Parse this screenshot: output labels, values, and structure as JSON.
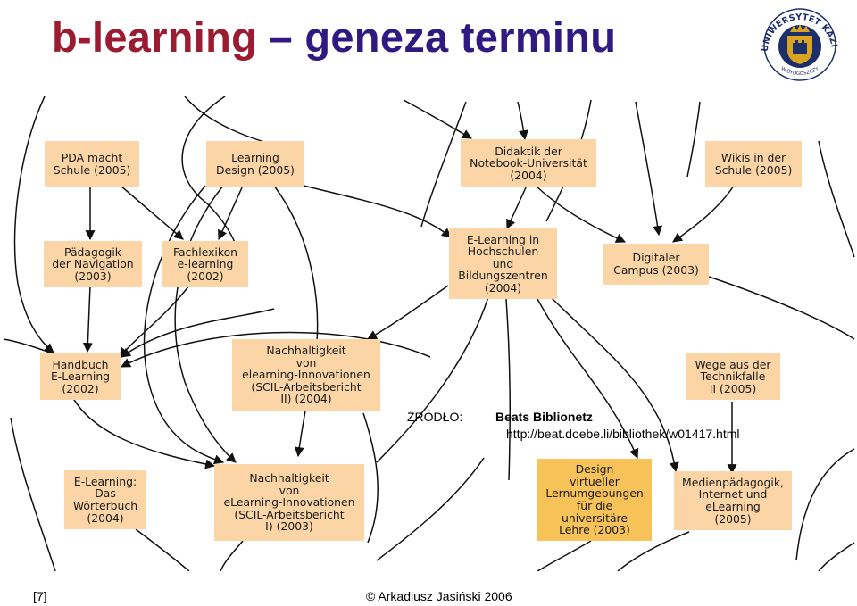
{
  "title": {
    "part1": "b-learning",
    "dash": "–",
    "part2": "geneza terminu"
  },
  "colors": {
    "title_primary": "#9b1b30",
    "title_secondary": "#2f1a82",
    "node_fill": "#fbd5a5",
    "node_fill_highlight": "#f7c358",
    "edge": "#111111"
  },
  "logo": {
    "ring_text": "UNIWERSYTET KAZIMIERZA WIELKIEGO",
    "bottom_text": "W BYDGOSZCZY",
    "icon": "university-crest-icon",
    "colors": {
      "ring": "#1d2f6b",
      "gold": "#d9a520"
    }
  },
  "nodes": [
    {
      "id": "pda",
      "lines": [
        "PDA macht",
        "Schule (2005)"
      ]
    },
    {
      "id": "ld",
      "lines": [
        "Learning",
        "Design (2005)"
      ]
    },
    {
      "id": "did",
      "lines": [
        "Didaktik der",
        "Notebook-Universität",
        "(2004)"
      ]
    },
    {
      "id": "wikis",
      "lines": [
        "Wikis in der",
        "Schule (2005)"
      ]
    },
    {
      "id": "paed",
      "lines": [
        "Pädagogik",
        "der Navigation",
        "(2003)"
      ]
    },
    {
      "id": "fach",
      "lines": [
        "Fachlexikon",
        "e-learning",
        "(2002)"
      ]
    },
    {
      "id": "elh",
      "lines": [
        "E-Learning in",
        "Hochschulen",
        "und",
        "Bildungszentren",
        "(2004)"
      ]
    },
    {
      "id": "dc",
      "lines": [
        "Digitaler",
        "Campus (2003)"
      ]
    },
    {
      "id": "hb",
      "lines": [
        "Handbuch",
        "E-Learning",
        "(2002)"
      ]
    },
    {
      "id": "na2",
      "lines": [
        "Nachhaltigkeit",
        "von",
        "elearning-Innovationen",
        "(SCIL-Arbeitsbericht",
        "II) (2004)"
      ]
    },
    {
      "id": "wege",
      "lines": [
        "Wege aus der",
        "Technikfalle",
        "II (2005)"
      ]
    },
    {
      "id": "wb",
      "lines": [
        "E-Learning:",
        "Das",
        "Wörterbuch",
        "(2004)"
      ]
    },
    {
      "id": "na1",
      "lines": [
        "Nachhaltigkeit",
        "von",
        "eLearning-Innovationen",
        "(SCIL-Arbeitsbericht",
        "I) (2003)"
      ]
    },
    {
      "id": "dvl",
      "lines": [
        "Design",
        "virtueller",
        "Lernumgebungen",
        "für die",
        "universitäre",
        "Lehre (2003)"
      ],
      "highlight": true
    },
    {
      "id": "med",
      "lines": [
        "Medienpädagogik,",
        "Internet und",
        "eLearning",
        "(2005)"
      ]
    }
  ],
  "source": {
    "label": "ŹRÓDŁO:",
    "name": "Beats Biblionetz",
    "url": "http://beat.doebe.li/bibliothek/w01417.html"
  },
  "footer": {
    "ref": "[7]",
    "copyright": "© Arkadiusz Jasiński 2006"
  }
}
